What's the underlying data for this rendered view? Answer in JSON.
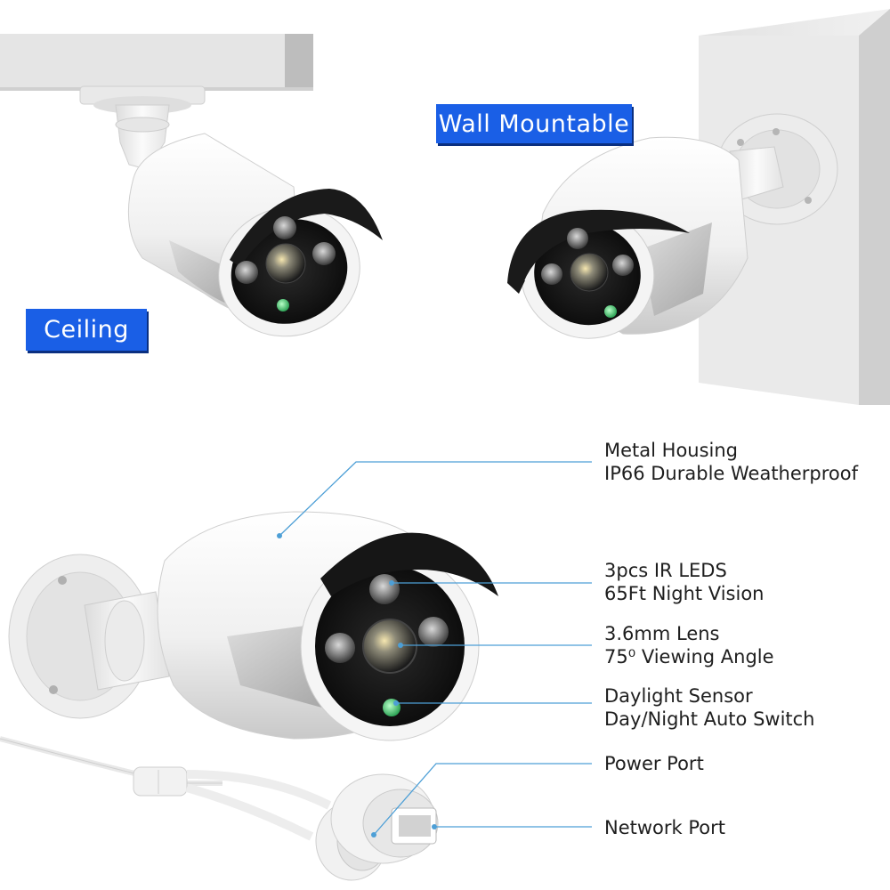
{
  "badges": {
    "wall": "Wall Mountable",
    "ceiling": "Ceiling"
  },
  "features": {
    "housing": {
      "line1": "Metal Housing",
      "line2": "IP66 Durable Weatherproof"
    },
    "ir_leds": {
      "line1": "3pcs IR LEDS",
      "line2": "65Ft Night Vision"
    },
    "lens": {
      "line1": "3.6mm Lens",
      "line2": "75⁰ Viewing Angle"
    },
    "sensor": {
      "line1": "Daylight Sensor",
      "line2": "Day/Night Auto Switch"
    },
    "power": {
      "line1": "Power Port"
    },
    "network": {
      "line1": "Network Port"
    }
  },
  "colors": {
    "badge_blue": "#1a5fe6",
    "callout_line": "#4d9fd6",
    "text": "#1e1e1e",
    "camera_body": "#f2f2f2",
    "visor": "#1a1a1a",
    "sensor_green": "#3fbf6a"
  },
  "icons": {
    "product": "bullet-security-camera"
  }
}
